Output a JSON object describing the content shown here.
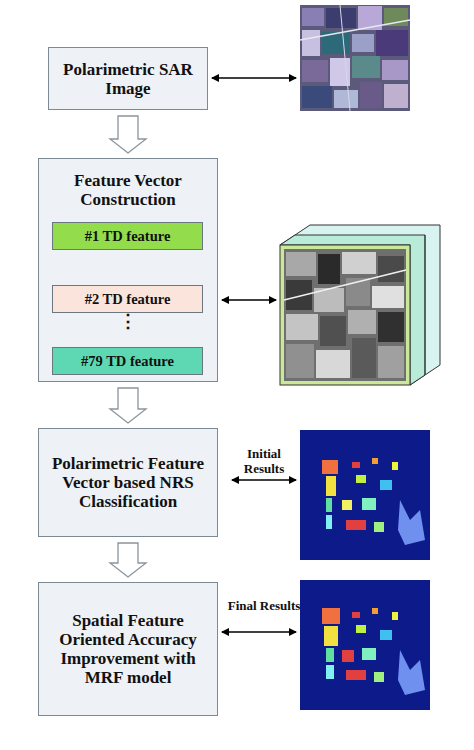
{
  "diagram": {
    "nodes": [
      {
        "text": [
          "Polarimetric SAR Image"
        ]
      },
      {
        "text": [
          "Feature Vector Construction"
        ]
      },
      {
        "text": [
          "#1 TD feature"
        ],
        "in": 1
      },
      {
        "text": [
          "#2 TD feature"
        ],
        "in": 1
      },
      {
        "text": [
          "#79 TD feature"
        ],
        "in": 1
      },
      {
        "text": [
          "Polarimetric Feature Vector based NRS Classification"
        ]
      },
      {
        "text": [
          "Spatial Feature Oriented Accuracy Improvement with MRF model"
        ]
      }
    ],
    "edges": [
      {
        "from": 0,
        "to": 1,
        "arrow": "to"
      },
      {
        "from": 1,
        "to": 5,
        "arrow": "to"
      },
      {
        "from": 5,
        "to": 6,
        "arrow": "to"
      }
    ],
    "labels": [
      "⋮",
      "Initial Results",
      "Final Results"
    ]
  }
}
